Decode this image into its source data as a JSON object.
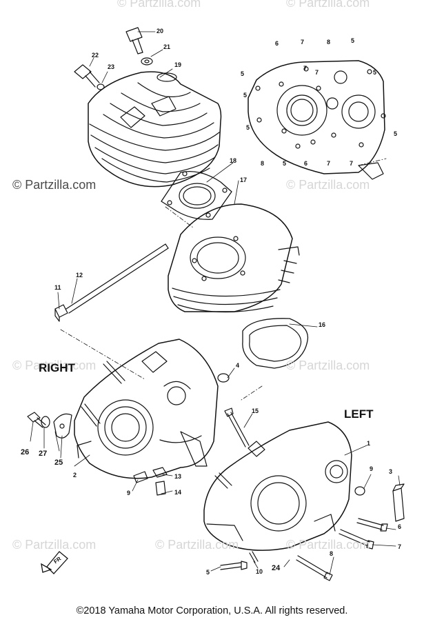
{
  "watermarks": [
    {
      "text": "© Partzilla.com",
      "tone": "light"
    },
    {
      "text": "© Partzilla.com",
      "tone": "light"
    },
    {
      "text": "© Partzilla.com",
      "tone": "dark"
    },
    {
      "text": "© Partzilla.com",
      "tone": "light"
    },
    {
      "text": "© Partzilla.com",
      "tone": "light"
    },
    {
      "text": "© Partzilla.com",
      "tone": "light"
    },
    {
      "text": "© Partzilla.com",
      "tone": "light"
    },
    {
      "text": "© Partzilla.com",
      "tone": "light"
    },
    {
      "text": "© Partzilla.com",
      "tone": "light"
    }
  ],
  "side_labels": {
    "right": "RIGHT",
    "left": "LEFT"
  },
  "front_mark": "FR",
  "callouts": [
    "20",
    "21",
    "22",
    "23",
    "19",
    "6",
    "7",
    "8",
    "5",
    "5",
    "5",
    "5",
    "5",
    "5",
    "6",
    "7",
    "7",
    "8",
    "5",
    "7",
    "7",
    "18",
    "17",
    "11",
    "12",
    "16",
    "4",
    "15",
    "1",
    "3",
    "9",
    "26",
    "27",
    "25",
    "2",
    "9",
    "13",
    "14",
    "6",
    "7",
    "8",
    "24",
    "5",
    "10"
  ],
  "copyright": "©2018 Yamaha Motor Corporation, U.S.A. All rights reserved."
}
